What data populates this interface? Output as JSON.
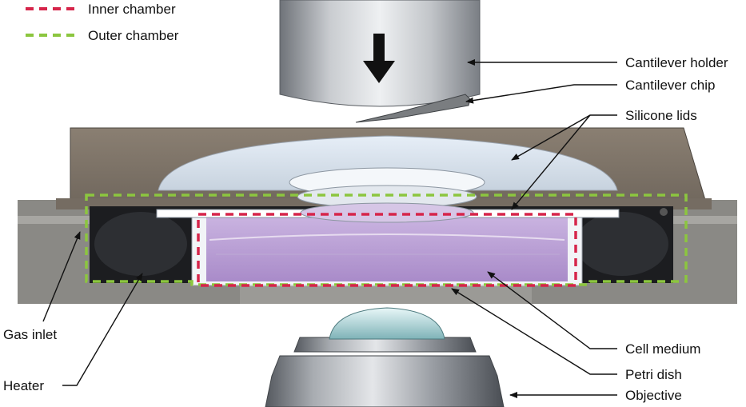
{
  "legend": {
    "inner": {
      "label": "Inner chamber",
      "color": "#d6254a"
    },
    "outer": {
      "label": "Outer chamber",
      "color": "#8cc63f"
    }
  },
  "labels": {
    "cantilever_holder": "Cantilever holder",
    "cantilever_chip": "Cantilever chip",
    "silicone_lids": "Silicone lids",
    "cell_medium": "Cell medium",
    "petri_dish": "Petri dish",
    "objective": "Objective",
    "gas_inlet": "Gas inlet",
    "heater": "Heater"
  }
}
